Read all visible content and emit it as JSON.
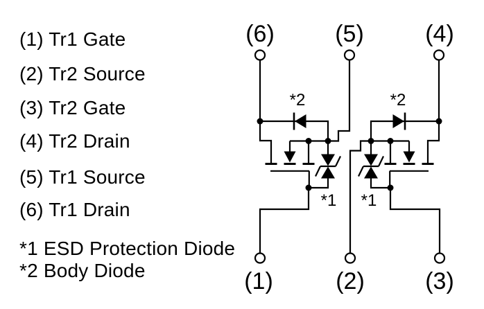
{
  "pin_list": {
    "items": [
      "(1) Tr1 Gate",
      "(2) Tr2 Source",
      "(3) Tr2 Gate",
      "(4) Tr2 Drain",
      "(5) Tr1 Source",
      "(6) Tr1 Drain"
    ]
  },
  "notes": {
    "esd": "*1 ESD Protection Diode",
    "body": "*2 Body Diode"
  },
  "schematic": {
    "top_terminals": [
      "(6)",
      "(5)",
      "(4)"
    ],
    "bottom_terminals": [
      "(1)",
      "(2)",
      "(3)"
    ],
    "marks": {
      "esd": "*1",
      "body": "*2"
    }
  },
  "colors": {
    "line": "#000000",
    "background": "#ffffff"
  }
}
